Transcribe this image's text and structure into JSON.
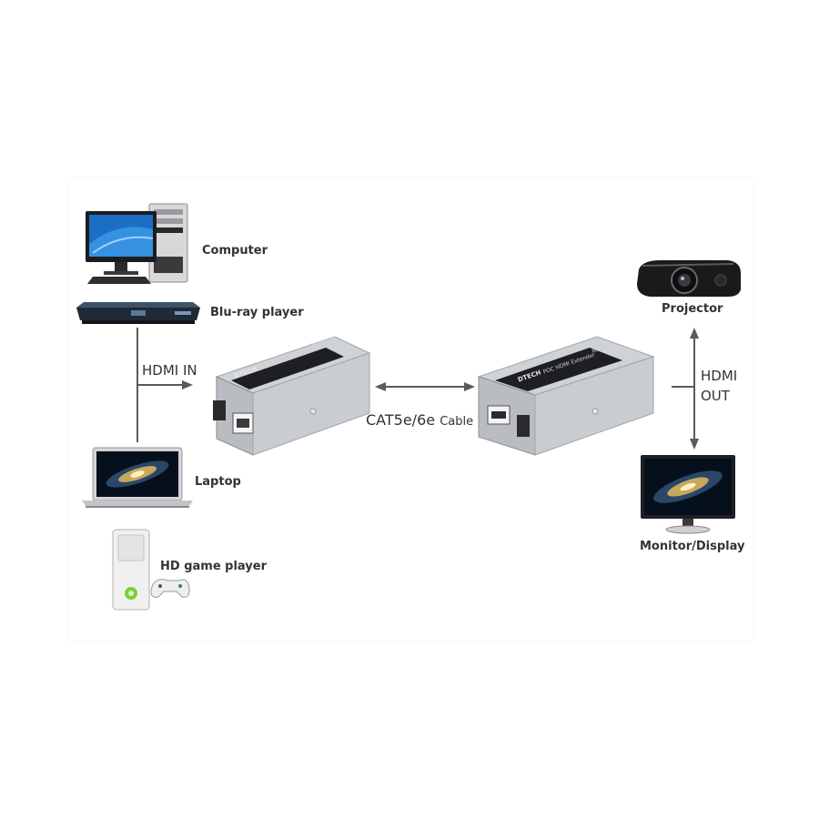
{
  "sources": {
    "computer": "Computer",
    "bluray": "Blu-ray player",
    "laptop": "Laptop",
    "game": "HD game player"
  },
  "outputs": {
    "projector": "Projector",
    "monitor": "Monitor/Display"
  },
  "links": {
    "hdmi_in": "HDMI IN",
    "hdmi_out_line1": "HDMI",
    "hdmi_out_line2": "OUT",
    "cable_main": "CAT5e/6e",
    "cable_suffix": "Cable"
  },
  "extender": {
    "brand": "DTECH",
    "product": "POC HDMI Extender",
    "transmitter_tag": "Transmitter",
    "receiver_tag": "Receiver"
  },
  "colors": {
    "line": "#5a5a5a",
    "text": "#333333",
    "extender_body": "#c9ccd0",
    "extender_top": "#1e1f22"
  }
}
